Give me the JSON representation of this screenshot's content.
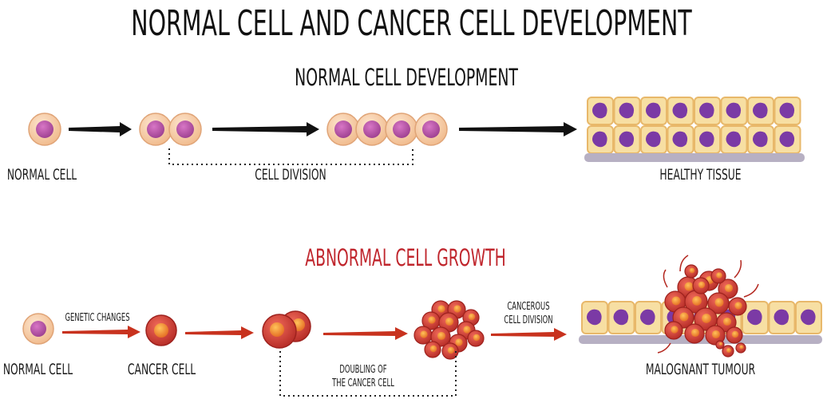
{
  "title": "NORMAL CELL AND CANCER CELL DEVELOPMENT",
  "normal_section": {
    "heading": "NORMAL CELL DEVELOPMENT",
    "labels": {
      "normal_cell": "NORMAL CELL",
      "cell_division": "CELL DIVISION",
      "healthy_tissue": "HEALTHY TISSUE"
    }
  },
  "abnormal_section": {
    "heading": "ABNORMAL CELL GROWTH",
    "labels": {
      "normal_cell": "NORMAL CELL",
      "genetic_changes": "GENETIC CHANGES",
      "cancer_cell": "CANCER CELL",
      "doubling_line1": "DOUBLING OF",
      "doubling_line2": "THE CANCER CELL",
      "cancerous_line1": "CANCEROUS",
      "cancerous_line2": "CELL DIVISION",
      "malignant_tumour": "MALOGNANT TUMOUR"
    }
  },
  "colors": {
    "normal_arrow": "#111111",
    "abnormal_arrow": "#c8321e",
    "abnormal_heading": "#c0262d",
    "cell_cytoplasm": "#f6c9a0",
    "cell_nucleus": "#b54fa6",
    "cancer_cell": "#d9483b",
    "cancer_nucleus": "#f08a2c",
    "tissue_fill": "#f7dfa3",
    "tissue_nucleus": "#7b3aa5",
    "membrane": "#b7b0c3"
  }
}
